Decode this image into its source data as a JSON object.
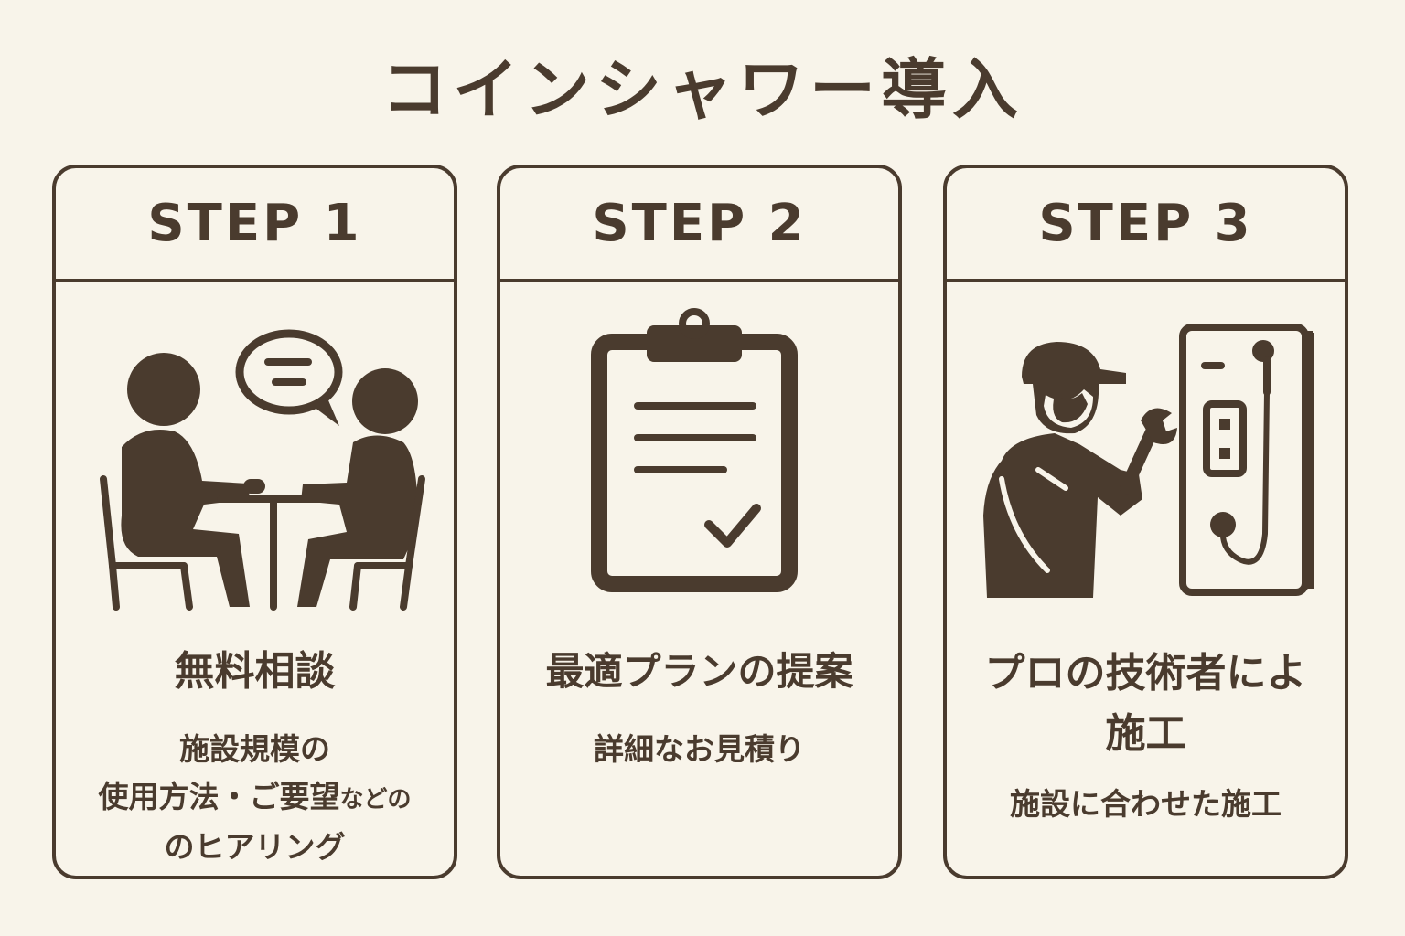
{
  "title": "コインシャワー導入",
  "steps": [
    {
      "label": "STEP 1",
      "title": "無料相談",
      "description": {
        "line1": "施設規模の",
        "line2_main": "使用方法・ご要望",
        "line2_small": "などの",
        "line3": "のヒアリング"
      },
      "icon": "consultation-icon"
    },
    {
      "label": "STEP 2",
      "title": "最適プランの提案",
      "description": {
        "line1": "詳細なお見積り"
      },
      "icon": "clipboard-check-icon"
    },
    {
      "label": "STEP 3",
      "title_line1": "プロの技術者によ",
      "title_line2": "施工",
      "description": {
        "line1": "施設に合わせた施工"
      },
      "icon": "technician-installation-icon"
    }
  ],
  "colors": {
    "background": "#f8f4ea",
    "ink": "#4a3b2e"
  }
}
